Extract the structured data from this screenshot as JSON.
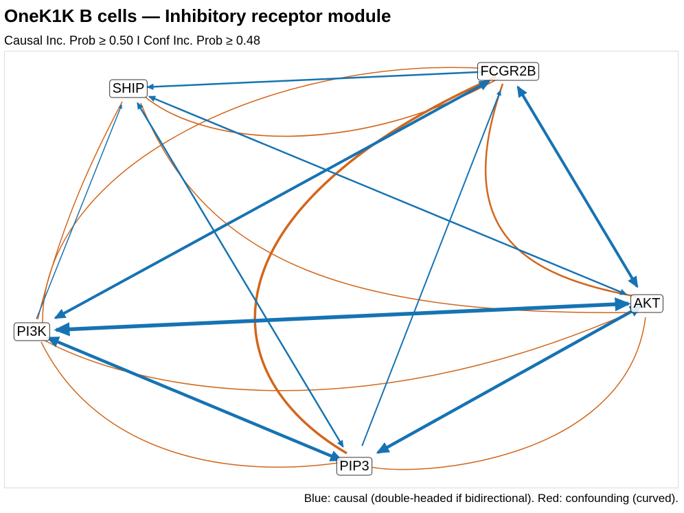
{
  "title": "OneK1K B cells — Inhibitory receptor module",
  "subtitle": "Causal Inc. Prob ≥ 0.50   I   Conf Inc. Prob ≥ 0.48",
  "caption": "Blue: causal (double-headed if bidirectional). Red: confounding (curved).",
  "colors": {
    "causal": "#1673b3",
    "confounding": "#d2661b"
  },
  "nodes": [
    {
      "id": "FCGR2B",
      "label": "FCGR2B"
    },
    {
      "id": "SHIP",
      "label": "SHIP"
    },
    {
      "id": "AKT",
      "label": "AKT"
    },
    {
      "id": "PI3K",
      "label": "PI3K"
    },
    {
      "id": "PIP3",
      "label": "PIP3"
    }
  ],
  "causal_edges": [
    {
      "from": "FCGR2B",
      "to": "SHIP",
      "bidirectional": false
    },
    {
      "from": "SHIP",
      "to": "AKT",
      "bidirectional": true
    },
    {
      "from": "SHIP",
      "to": "PIP3",
      "bidirectional": true
    },
    {
      "from": "PI3K",
      "to": "SHIP",
      "bidirectional": false
    },
    {
      "from": "PI3K",
      "to": "FCGR2B",
      "bidirectional": true
    },
    {
      "from": "FCGR2B",
      "to": "AKT",
      "bidirectional": true
    },
    {
      "from": "PIP3",
      "to": "FCGR2B",
      "bidirectional": false
    },
    {
      "from": "PI3K",
      "to": "AKT",
      "bidirectional": true
    },
    {
      "from": "PI3K",
      "to": "PIP3",
      "bidirectional": true
    },
    {
      "from": "AKT",
      "to": "PIP3",
      "bidirectional": true
    }
  ],
  "confounding_edges": [
    {
      "a": "SHIP",
      "b": "FCGR2B"
    },
    {
      "a": "SHIP",
      "b": "AKT"
    },
    {
      "a": "PI3K",
      "b": "SHIP"
    },
    {
      "a": "FCGR2B",
      "b": "PI3K"
    },
    {
      "a": "FCGR2B",
      "b": "PIP3"
    },
    {
      "a": "FCGR2B",
      "b": "AKT"
    },
    {
      "a": "PI3K",
      "b": "AKT"
    },
    {
      "a": "PI3K",
      "b": "PIP3"
    },
    {
      "a": "AKT",
      "b": "PIP3"
    }
  ]
}
